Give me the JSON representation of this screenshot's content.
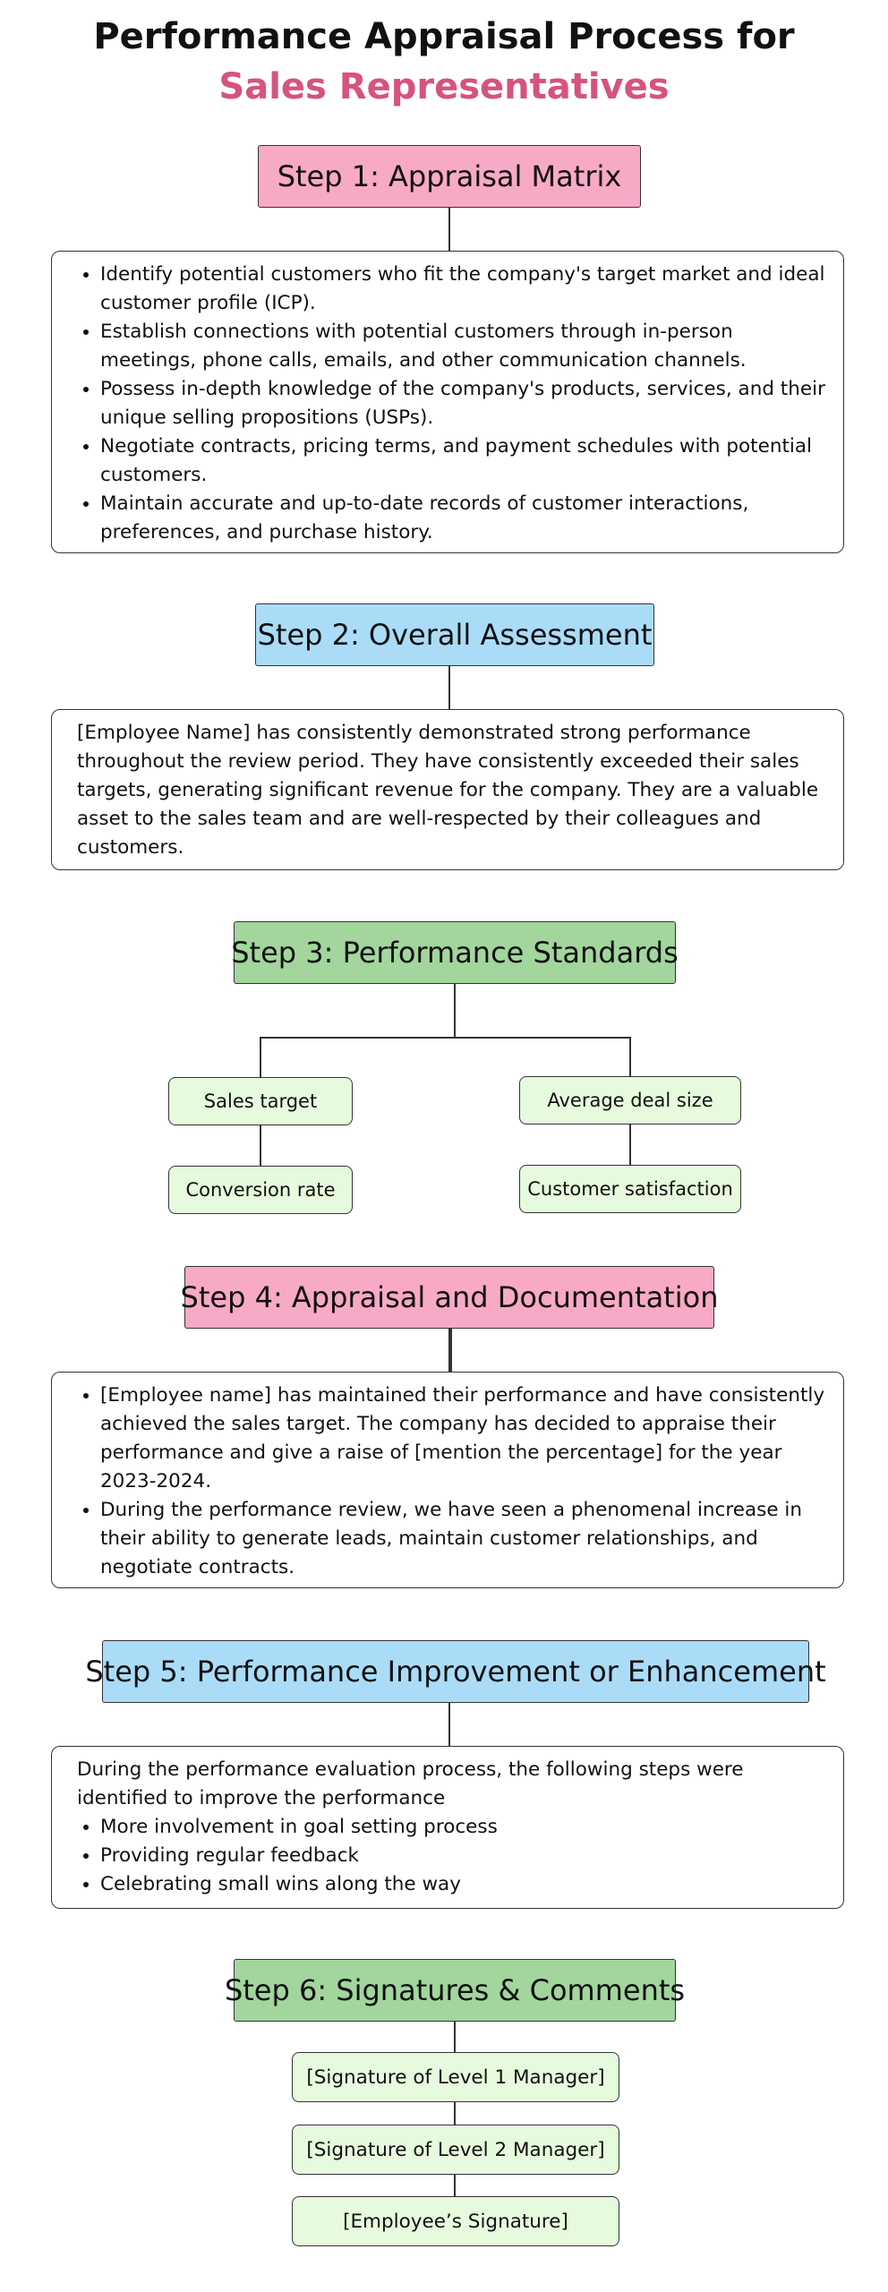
{
  "title": {
    "line1": "Performance Appraisal Process for",
    "line2": "Sales Representatives"
  },
  "colors": {
    "pink": "#f8a9c6",
    "blue": "#aadcf8",
    "green": "#a2d69d",
    "chip": "#e6fadd",
    "accent": "#d6537e"
  },
  "step1": {
    "label": "Step 1: Appraisal Matrix",
    "items": [
      "Identify potential customers who fit the company's target market and ideal customer profile (ICP).",
      "Establish connections with potential customers through in-person meetings, phone calls, emails, and other communication channels.",
      "Possess in-depth knowledge of the company's products, services, and their unique selling propositions (USPs).",
      "Negotiate contracts, pricing terms, and payment schedules with potential customers.",
      "Maintain accurate and up-to-date records of customer interactions, preferences, and purchase history."
    ]
  },
  "step2": {
    "label": "Step 2: Overall Assessment",
    "text": "[Employee Name] has consistently demonstrated strong performance throughout the review period. They have consistently exceeded their sales targets, generating significant revenue for the company. They are a valuable asset to the sales team and are well-respected by their colleagues and customers."
  },
  "step3": {
    "label": "Step 3: Performance Standards",
    "left": [
      "Sales target",
      "Conversion rate"
    ],
    "right": [
      "Average deal size",
      "Customer satisfaction"
    ]
  },
  "step4": {
    "label": "Step 4: Appraisal and Documentation",
    "items": [
      "[Employee name] has maintained their performance and have consistently achieved the sales target. The company has decided to appraise their performance and give a raise of [mention the percentage] for the year 2023-2024.",
      "During the performance review, we have seen a phenomenal increase in their ability to generate leads, maintain customer relationships, and negotiate contracts."
    ]
  },
  "step5": {
    "label": "Step 5: Performance Improvement or Enhancement",
    "intro": "During the performance evaluation process, the following steps were identified to improve the performance",
    "items": [
      "More involvement in goal setting process",
      "Providing regular feedback",
      "Celebrating small wins along the way"
    ]
  },
  "step6": {
    "label": "Step 6: Signatures & Comments",
    "signatures": [
      "[Signature of Level 1 Manager]",
      "[Signature of Level 2 Manager]",
      "[Employee’s Signature]"
    ]
  }
}
